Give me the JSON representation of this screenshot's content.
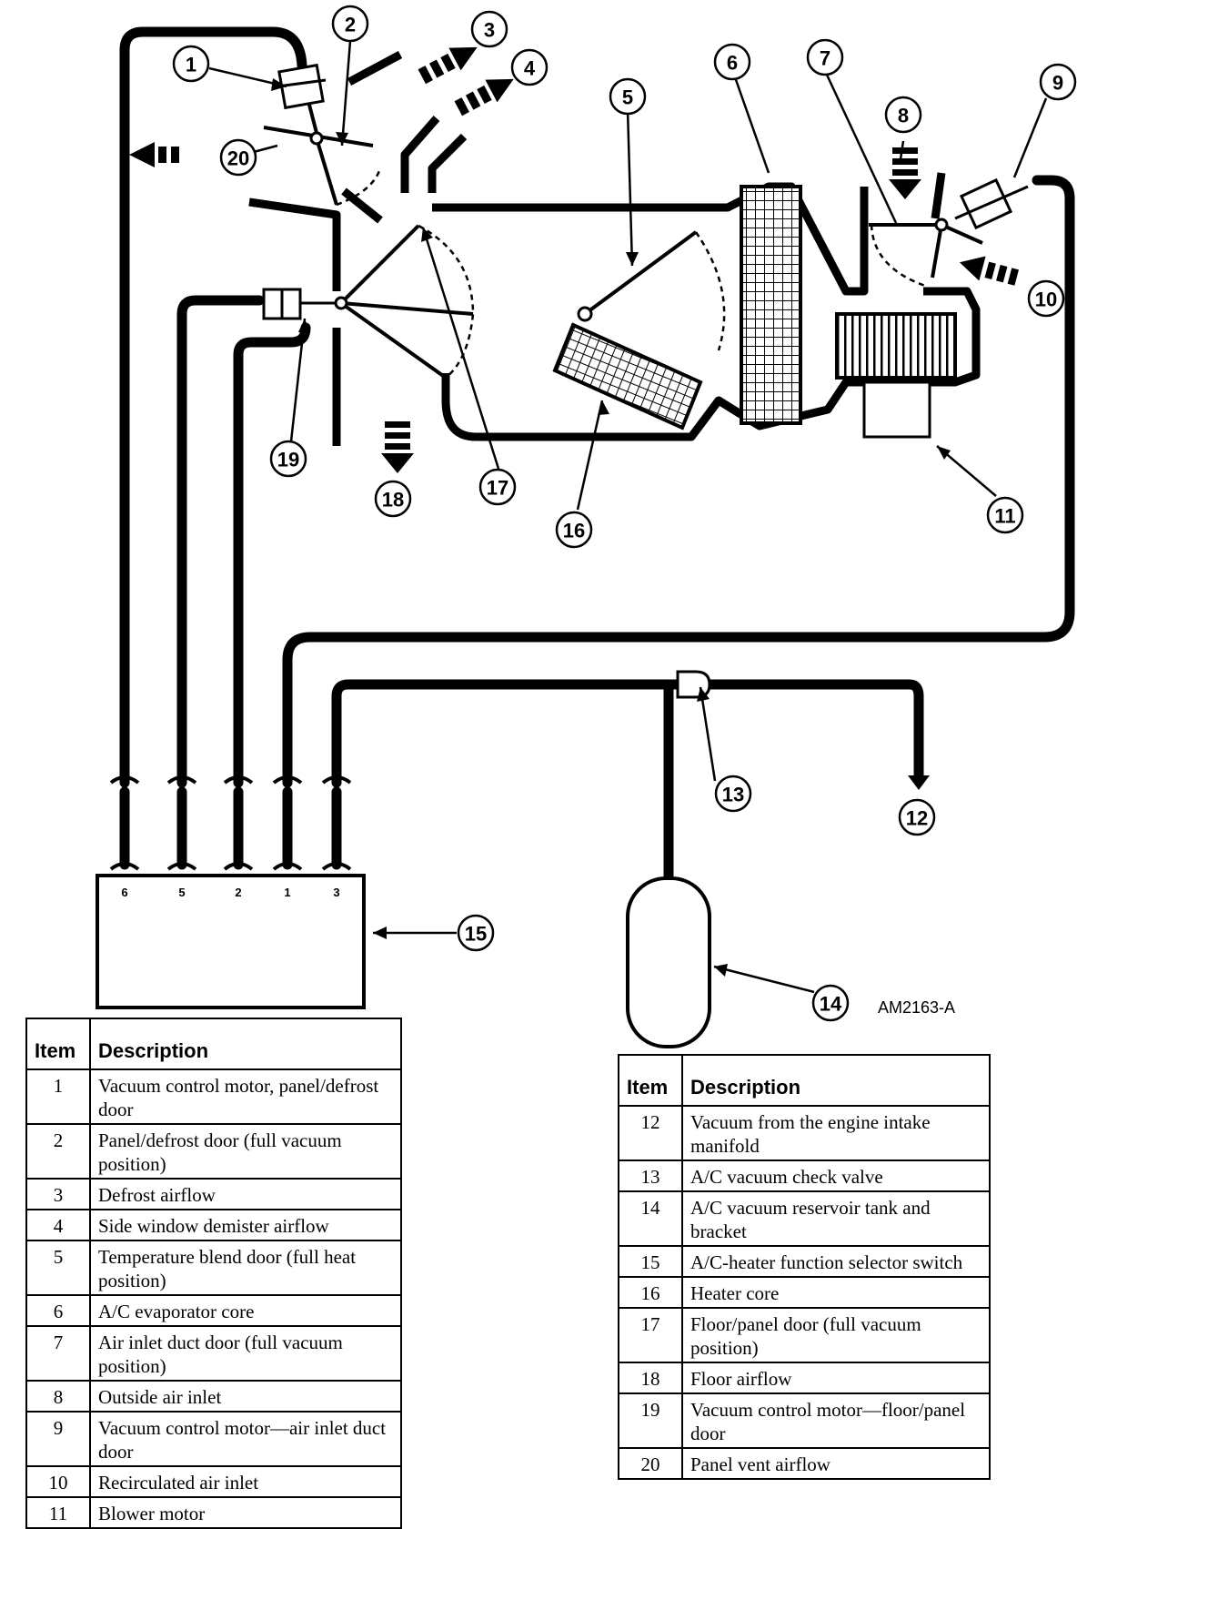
{
  "figure_code": "AM2163-A",
  "callouts": [
    "1",
    "2",
    "3",
    "4",
    "5",
    "6",
    "7",
    "8",
    "9",
    "10",
    "11",
    "12",
    "13",
    "14",
    "15",
    "16",
    "17",
    "18",
    "19",
    "20"
  ],
  "selector_ports": [
    "6",
    "5",
    "2",
    "1",
    "3"
  ],
  "legend_left": {
    "header_item": "Item",
    "header_description": "Description",
    "rows": [
      {
        "item": "1",
        "description": "Vacuum control motor, panel/defrost door"
      },
      {
        "item": "2",
        "description": "Panel/defrost door (full vacuum position)"
      },
      {
        "item": "3",
        "description": "Defrost airflow"
      },
      {
        "item": "4",
        "description": "Side window demister airflow"
      },
      {
        "item": "5",
        "description": "Temperature blend door (full heat position)"
      },
      {
        "item": "6",
        "description": "A/C evaporator core"
      },
      {
        "item": "7",
        "description": "Air inlet duct door (full vacuum position)"
      },
      {
        "item": "8",
        "description": "Outside air inlet"
      },
      {
        "item": "9",
        "description": "Vacuum control motor—air inlet duct door"
      },
      {
        "item": "10",
        "description": "Recirculated air inlet"
      },
      {
        "item": "11",
        "description": "Blower motor"
      }
    ]
  },
  "legend_right": {
    "header_item": "Item",
    "header_description": "Description",
    "rows": [
      {
        "item": "12",
        "description": "Vacuum from the engine intake manifold"
      },
      {
        "item": "13",
        "description": "A/C vacuum check valve"
      },
      {
        "item": "14",
        "description": "A/C vacuum reservoir tank and bracket"
      },
      {
        "item": "15",
        "description": "A/C-heater function selector switch"
      },
      {
        "item": "16",
        "description": "Heater core"
      },
      {
        "item": "17",
        "description": "Floor/panel door (full vacuum position)"
      },
      {
        "item": "18",
        "description": "Floor airflow"
      },
      {
        "item": "19",
        "description": "Vacuum control motor—floor/panel door"
      },
      {
        "item": "20",
        "description": "Panel vent airflow"
      }
    ]
  }
}
